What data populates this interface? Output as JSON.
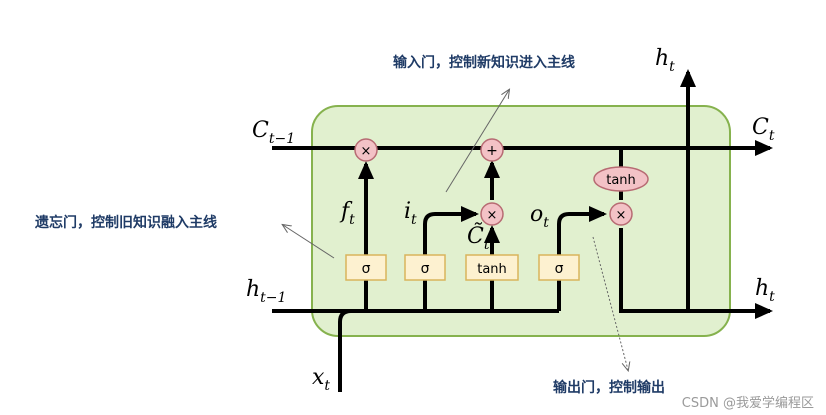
{
  "colors": {
    "cell_fill": "#e1f0cf",
    "cell_stroke": "#86b24e",
    "gate_fill": "#fdf1d0",
    "gate_stroke": "#d9b45c",
    "op_fill": "#f3c2c6",
    "op_stroke": "#b76b73",
    "line": "#000000",
    "annotation_text": "#1f3b66",
    "watermark": "#9a9a9a"
  },
  "symbols": {
    "c_prev": {
      "main": "C",
      "sub": "t−1"
    },
    "c_next": {
      "main": "C",
      "sub": "t"
    },
    "h_prev": {
      "main": "h",
      "sub": "t−1"
    },
    "h_next": {
      "main": "h",
      "sub": "t"
    },
    "h_top": {
      "main": "h",
      "sub": "t"
    },
    "x_in": {
      "main": "x",
      "sub": "t"
    },
    "f_gate": {
      "main": "f",
      "sub": "t"
    },
    "i_gate": {
      "main": "i",
      "sub": "t"
    },
    "c_tilde": {
      "main": "C̃",
      "sub": "t"
    },
    "o_gate": {
      "main": "o",
      "sub": "t"
    }
  },
  "gates": {
    "forget": "σ",
    "input": "σ",
    "candidate": "tanh",
    "output": "σ",
    "cell_tanh": "tanh"
  },
  "ops": {
    "forget_mul": "×",
    "add": "+",
    "input_mul": "×",
    "output_mul": "×"
  },
  "annotations": {
    "input_gate": "输入门，控制新知识进入主线",
    "forget_gate": "遗忘门，控制旧知识融入主线",
    "output_gate": "输出门，控制输出"
  },
  "watermark": "CSDN @我爱学编程区"
}
